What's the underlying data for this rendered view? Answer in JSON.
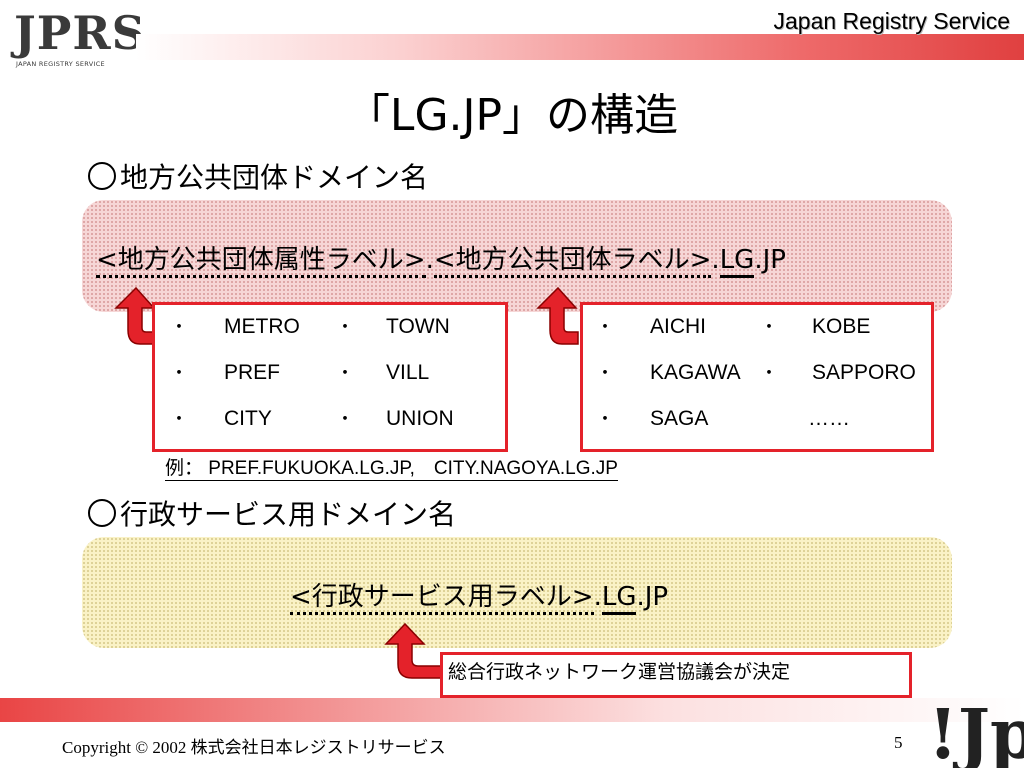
{
  "header": {
    "logo_text": "JPRS",
    "logo_subtext": "JAPAN REGISTRY SERVICE",
    "brand_text": "Japan Registry Service"
  },
  "title": "「LG.JP」の構造",
  "section1": {
    "heading": "地方公共団体ドメイン名",
    "label_attr": "<地方公共団体属性ラベル>",
    "label_dot1": ".",
    "label_entity": "<地方公共団体ラベル>",
    "label_dot2": ".",
    "label_lg": "LG",
    "label_jp": ".JP",
    "attr_box": {
      "col1": [
        "METRO",
        "PREF",
        "CITY"
      ],
      "col2": [
        "TOWN",
        "VILL",
        "UNION"
      ],
      "bullet": "・"
    },
    "entity_box": {
      "col1": [
        "AICHI",
        "KAGAWA",
        "SAGA"
      ],
      "col2": [
        "KOBE",
        "SAPPORO",
        "……"
      ],
      "bullet": "・"
    },
    "example": "例：  PREF.FUKUOKA.LG.JP,　CITY.NAGOYA.LG.JP"
  },
  "section2": {
    "heading": "行政サービス用ドメイン名",
    "label_service": "<行政サービス用ラベル>",
    "label_dot": ".",
    "label_lg": "LG",
    "label_jp": ".JP",
    "note": "総合行政ネットワーク運営協議会が決定"
  },
  "footer": {
    "copyright": "Copyright © 2002 株式会社日本レジストリサービス",
    "page_number": "5",
    "jp_logo_text": "!Jp"
  },
  "colors": {
    "accent_red": "#e4222a",
    "pink_panel": "#f6d6d6",
    "yellow_panel": "#faf2c6"
  }
}
